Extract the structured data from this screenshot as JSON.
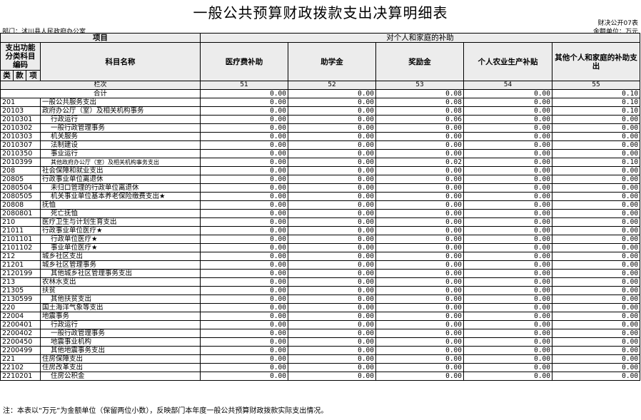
{
  "header": {
    "title": "一般公共预算财政拨款支出决算明细表",
    "form_code": "财决公开07表",
    "department": "部门：沭川县人民政府办公室",
    "unit": "金额单位：万元"
  },
  "columns": {
    "project": "项目",
    "group": "对个人和家庭的补助",
    "code_header": "支出功能分类科目编码",
    "name_header": "科目名称",
    "lei": "类",
    "kuan": "款",
    "xiang": "项",
    "lanci": "栏次",
    "heji": "合计",
    "amount_headers": [
      "医疗费补助",
      "助学金",
      "奖励金",
      "个人农业生产补贴",
      "其他个人和家庭的补助支出"
    ],
    "line_numbers": [
      "51",
      "52",
      "53",
      "54",
      "55"
    ]
  },
  "total": [
    "0.00",
    "0.00",
    "0.08",
    "0.00",
    "0.10"
  ],
  "rows": [
    {
      "code": "201",
      "name": "一般公共服务支出",
      "indent": false,
      "values": [
        "0.00",
        "0.00",
        "0.08",
        "0.00",
        "0.10"
      ]
    },
    {
      "code": "20103",
      "name": "政府办公厅（室）及相关机构事务",
      "indent": false,
      "values": [
        "0.00",
        "0.00",
        "0.08",
        "0.00",
        "0.10"
      ]
    },
    {
      "code": "2010301",
      "name": "行政运行",
      "indent": true,
      "values": [
        "0.00",
        "0.00",
        "0.06",
        "0.00",
        "0.00"
      ]
    },
    {
      "code": "2010302",
      "name": "一般行政管理事务",
      "indent": true,
      "values": [
        "0.00",
        "0.00",
        "0.00",
        "0.00",
        "0.00"
      ]
    },
    {
      "code": "2010303",
      "name": "机关服务",
      "indent": true,
      "values": [
        "0.00",
        "0.00",
        "0.00",
        "0.00",
        "0.00"
      ]
    },
    {
      "code": "2010307",
      "name": "法制建设",
      "indent": true,
      "values": [
        "0.00",
        "0.00",
        "0.00",
        "0.00",
        "0.00"
      ]
    },
    {
      "code": "2010350",
      "name": "事业运行",
      "indent": true,
      "values": [
        "0.00",
        "0.00",
        "0.00",
        "0.00",
        "0.00"
      ]
    },
    {
      "code": "2010399",
      "name": "其他政府办公厅（室）及相关机构事务支出",
      "indent": true,
      "small": true,
      "values": [
        "0.00",
        "0.00",
        "0.02",
        "0.00",
        "0.10"
      ]
    },
    {
      "code": "208",
      "name": "社会保障和就业支出",
      "indent": false,
      "values": [
        "0.00",
        "0.00",
        "0.00",
        "0.00",
        "0.00"
      ]
    },
    {
      "code": "20805",
      "name": "行政事业单位离退休",
      "indent": false,
      "values": [
        "0.00",
        "0.00",
        "0.00",
        "0.00",
        "0.00"
      ]
    },
    {
      "code": "2080504",
      "name": "未归口管理的行政单位离退休",
      "indent": true,
      "values": [
        "0.00",
        "0.00",
        "0.00",
        "0.00",
        "0.00"
      ]
    },
    {
      "code": "2080505",
      "name": "机关事业单位基本养老保险缴费支出★",
      "indent": true,
      "values": [
        "0.00",
        "0.00",
        "0.00",
        "0.00",
        "0.00"
      ]
    },
    {
      "code": "20808",
      "name": "抚恤",
      "indent": false,
      "values": [
        "0.00",
        "0.00",
        "0.00",
        "0.00",
        "0.00"
      ]
    },
    {
      "code": "2080801",
      "name": "死亡抚恤",
      "indent": true,
      "values": [
        "0.00",
        "0.00",
        "0.00",
        "0.00",
        "0.00"
      ]
    },
    {
      "code": "210",
      "name": "医疗卫生与计划生育支出",
      "indent": false,
      "values": [
        "0.00",
        "0.00",
        "0.00",
        "0.00",
        "0.00"
      ]
    },
    {
      "code": "21011",
      "name": "行政事业单位医疗★",
      "indent": false,
      "values": [
        "0.00",
        "0.00",
        "0.00",
        "0.00",
        "0.00"
      ]
    },
    {
      "code": "2101101",
      "name": "行政单位医疗★",
      "indent": true,
      "values": [
        "0.00",
        "0.00",
        "0.00",
        "0.00",
        "0.00"
      ]
    },
    {
      "code": "2101102",
      "name": "事业单位医疗★",
      "indent": true,
      "values": [
        "0.00",
        "0.00",
        "0.00",
        "0.00",
        "0.00"
      ]
    },
    {
      "code": "212",
      "name": "城乡社区支出",
      "indent": false,
      "values": [
        "0.00",
        "0.00",
        "0.00",
        "0.00",
        "0.00"
      ]
    },
    {
      "code": "21201",
      "name": "城乡社区管理事务",
      "indent": false,
      "values": [
        "0.00",
        "0.00",
        "0.00",
        "0.00",
        "0.00"
      ]
    },
    {
      "code": "2120199",
      "name": "其他城乡社区管理事务支出",
      "indent": true,
      "values": [
        "0.00",
        "0.00",
        "0.00",
        "0.00",
        "0.00"
      ]
    },
    {
      "code": "213",
      "name": "农林水支出",
      "indent": false,
      "values": [
        "0.00",
        "0.00",
        "0.00",
        "0.00",
        "0.00"
      ]
    },
    {
      "code": "21305",
      "name": "扶贫",
      "indent": false,
      "values": [
        "0.00",
        "0.00",
        "0.00",
        "0.00",
        "0.00"
      ]
    },
    {
      "code": "2130599",
      "name": "其他扶贫支出",
      "indent": true,
      "values": [
        "0.00",
        "0.00",
        "0.00",
        "0.00",
        "0.00"
      ]
    },
    {
      "code": "220",
      "name": "国土海洋气象等支出",
      "indent": false,
      "values": [
        "0.00",
        "0.00",
        "0.00",
        "0.00",
        "0.00"
      ]
    },
    {
      "code": "22004",
      "name": "地震事务",
      "indent": false,
      "values": [
        "0.00",
        "0.00",
        "0.00",
        "0.00",
        "0.00"
      ]
    },
    {
      "code": "2200401",
      "name": "行政运行",
      "indent": true,
      "values": [
        "0.00",
        "0.00",
        "0.00",
        "0.00",
        "0.00"
      ]
    },
    {
      "code": "2200402",
      "name": "一般行政管理事务",
      "indent": true,
      "values": [
        "0.00",
        "0.00",
        "0.00",
        "0.00",
        "0.00"
      ]
    },
    {
      "code": "2200450",
      "name": "地震事业机构",
      "indent": true,
      "values": [
        "0.00",
        "0.00",
        "0.00",
        "0.00",
        "0.00"
      ]
    },
    {
      "code": "2200499",
      "name": "其他地震事务支出",
      "indent": true,
      "values": [
        "0.00",
        "0.00",
        "0.00",
        "0.00",
        "0.00"
      ]
    },
    {
      "code": "221",
      "name": "住房保障支出",
      "indent": false,
      "values": [
        "0.00",
        "0.00",
        "0.00",
        "0.00",
        "0.00"
      ]
    },
    {
      "code": "22102",
      "name": "住房改革支出",
      "indent": false,
      "values": [
        "0.00",
        "0.00",
        "0.00",
        "0.00",
        "0.00"
      ]
    },
    {
      "code": "2210201",
      "name": "住房公积金",
      "indent": true,
      "values": [
        "0.00",
        "0.00",
        "0.00",
        "0.00",
        "0.00"
      ]
    }
  ],
  "footer": {
    "note": "注：本表以“万元”为金额单位（保留两位小数），反映部门本年度一般公共预算财政拨款实际支出情况。"
  }
}
